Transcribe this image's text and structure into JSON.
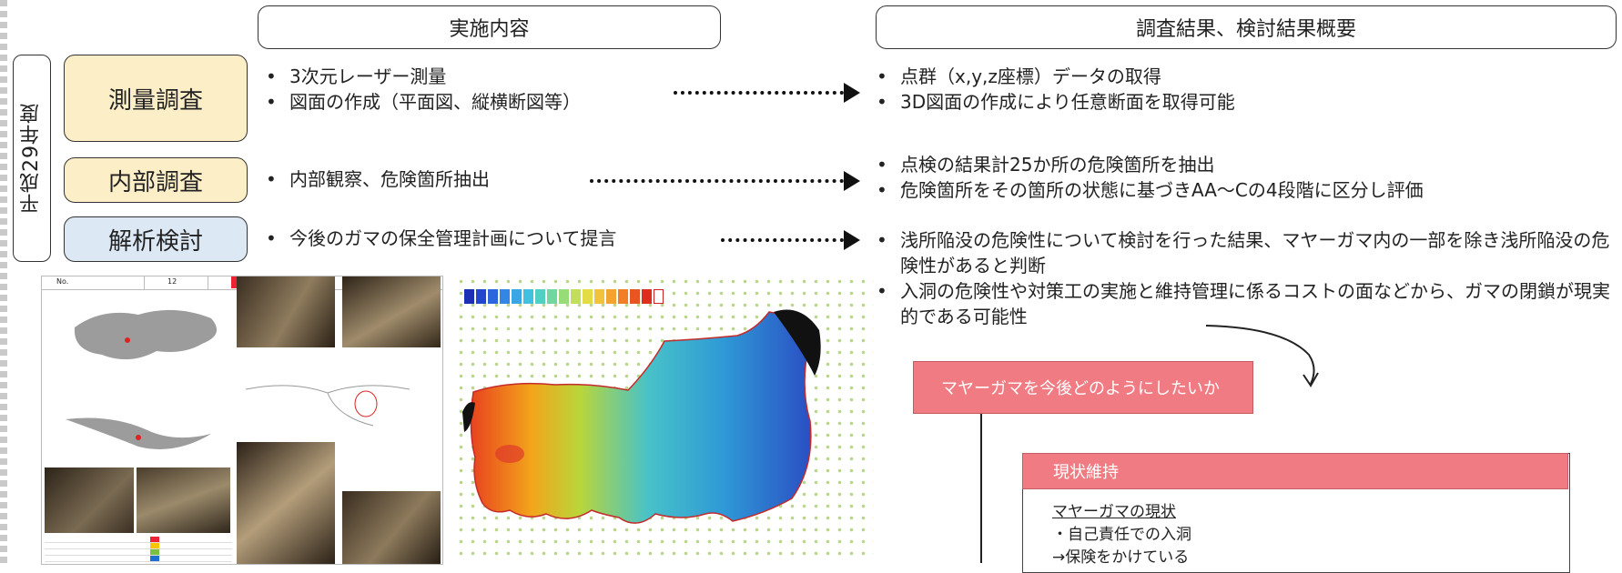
{
  "headers": {
    "left": "実施内容",
    "right": "調査結果、検討結果概要"
  },
  "year_label": "平成29年度",
  "categories": [
    {
      "label": "測量調査"
    },
    {
      "label": "内部調査"
    },
    {
      "label": "解析検討"
    }
  ],
  "work": {
    "survey": [
      "3次元レーザー測量",
      "図面の作成（平面図、縦横断図等）"
    ],
    "internal": [
      "内部観察、危険箇所抽出"
    ],
    "analysis": [
      "今後のガマの保全管理計画について提言"
    ]
  },
  "results": {
    "survey": [
      "点群（x,y,z座標）データの取得",
      "3D図面の作成により任意断面を取得可能"
    ],
    "internal": [
      "点検の結果計25か所の危険箇所を抽出",
      "危険箇所をその箇所の状態に基づきAA〜Cの4段階に区分し評価"
    ],
    "analysis": [
      "浅所陥没の危険性について検討を行った結果、マヤーガマ内の一部を除き浅所陥没の危険性があると判断",
      "入洞の危険性や対策工の実施と維持管理に係るコストの面などから、ガマの閉鎖が現実的である可能性"
    ]
  },
  "flow": {
    "question": "マヤーガマを今後どのようにしたいか",
    "option_title": "現状維持",
    "option_heading": "マヤーガマの現状",
    "option_lines": [
      "・自己責任での入洞",
      "→保険をかけている"
    ]
  },
  "sheet": {
    "no_label": "No.",
    "no_value": "12"
  },
  "colors": {
    "pink": "#f17b82",
    "cream": "#fcefc8",
    "lightblue": "#dde8f5"
  }
}
